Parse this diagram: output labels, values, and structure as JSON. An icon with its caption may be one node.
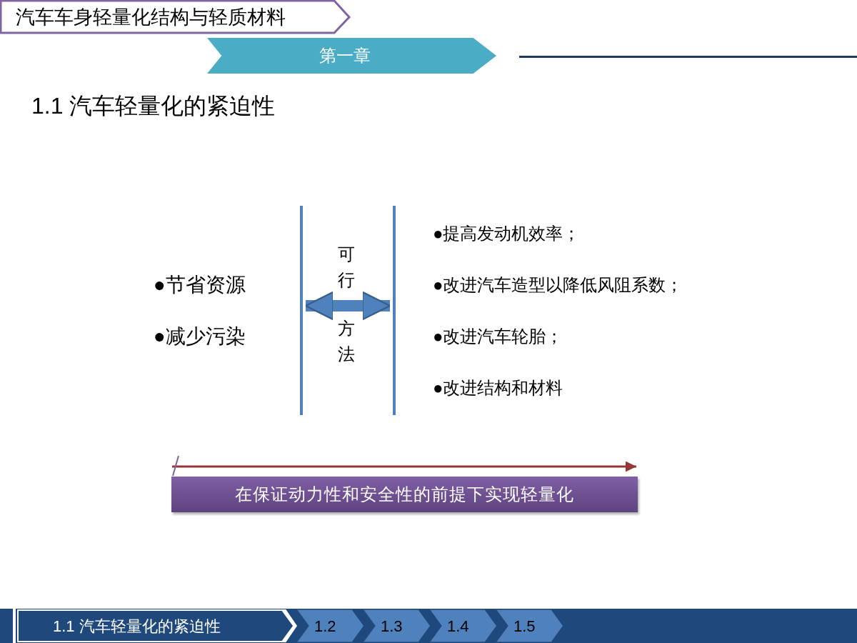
{
  "diagram": {
    "title": "汽车车身轻量化结构与轻质材料",
    "nodes": [
      {
        "text": [
          "●节省资源",
          "●减少污染"
        ]
      },
      {
        "text": [
          "●提高发动机效率；",
          "●改进汽车造型以降低风阻系数；",
          "●改进汽车轮胎；",
          "●改进结构和材料"
        ]
      },
      {
        "text": [
          "在保证动力性和安全性的前提下实现轻量化"
        ]
      },
      {
        "text": [
          "1.1  汽车轻量化的紧迫性"
        ]
      },
      {
        "text": [
          "1.2"
        ]
      },
      {
        "text": [
          "1.3"
        ]
      },
      {
        "text": [
          "1.4"
        ]
      },
      {
        "text": [
          "1.5"
        ]
      }
    ],
    "edges": [
      {
        "from": 0,
        "to": 1,
        "arrow": "both"
      }
    ],
    "labels": [
      "第一章",
      "1.1  汽车轻量化的紧迫性",
      "可行",
      "方法"
    ]
  }
}
